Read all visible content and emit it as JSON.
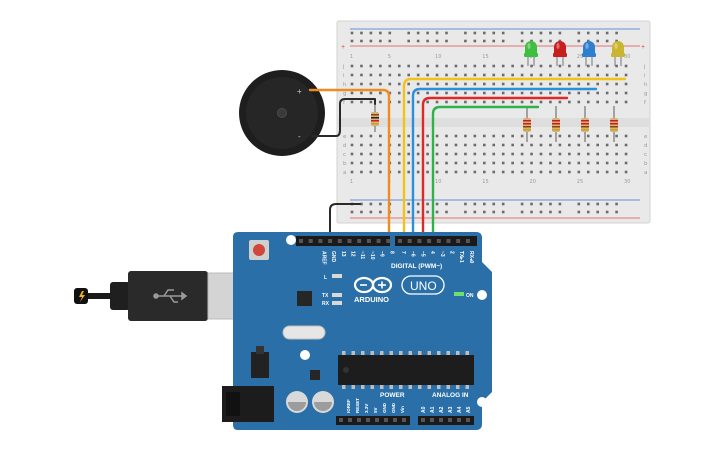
{
  "arduino": {
    "brand": "ARDUINO",
    "model": "UNO",
    "digital_label": "DIGITAL (PWM~)",
    "power_label": "POWER",
    "analog_label": "ANALOG IN",
    "on_label": "ON",
    "led_labels": [
      "L",
      "TX",
      "RX"
    ],
    "top_pins": [
      "AREF",
      "GND",
      "13",
      "12",
      "~11",
      "~10",
      "~9",
      "8",
      "7",
      "~6",
      "~5",
      "4",
      "~3",
      "2",
      "TX▸1",
      "RX◂0"
    ],
    "power_pins": [
      "IOREF",
      "RESET",
      "3.3V",
      "5V",
      "GND",
      "GND",
      "Vin"
    ],
    "analog_pins": [
      "A0",
      "A1",
      "A2",
      "A3",
      "A4",
      "A5"
    ]
  },
  "breadboard": {
    "row_letters_top": [
      "j",
      "i",
      "h",
      "g",
      "f"
    ],
    "row_letters_bottom": [
      "e",
      "d",
      "c",
      "b",
      "a"
    ],
    "column_numbers": [
      "1",
      "5",
      "10",
      "15",
      "20",
      "25",
      "30"
    ]
  },
  "buzzer": {
    "plus_label": "+",
    "minus_label": "-"
  },
  "leds": [
    {
      "color": "green",
      "hex": "#3fbf3f"
    },
    {
      "color": "red",
      "hex": "#c81e1e"
    },
    {
      "color": "blue",
      "hex": "#2f7fd0"
    },
    {
      "color": "yellow",
      "hex": "#c9b530"
    }
  ],
  "wires": {
    "orange": "#f08c1e",
    "yellow": "#f2c21a",
    "blue": "#2b8fd9",
    "red": "#e02828",
    "green": "#2fb24a",
    "black": "#2a2a2a"
  },
  "colors": {
    "board": "#2a6fa8",
    "board_dark": "#1d5a8c",
    "breadboard": "#e9e9e9",
    "rail_red": "#e04a4a",
    "rail_blue": "#3a6fd0"
  }
}
